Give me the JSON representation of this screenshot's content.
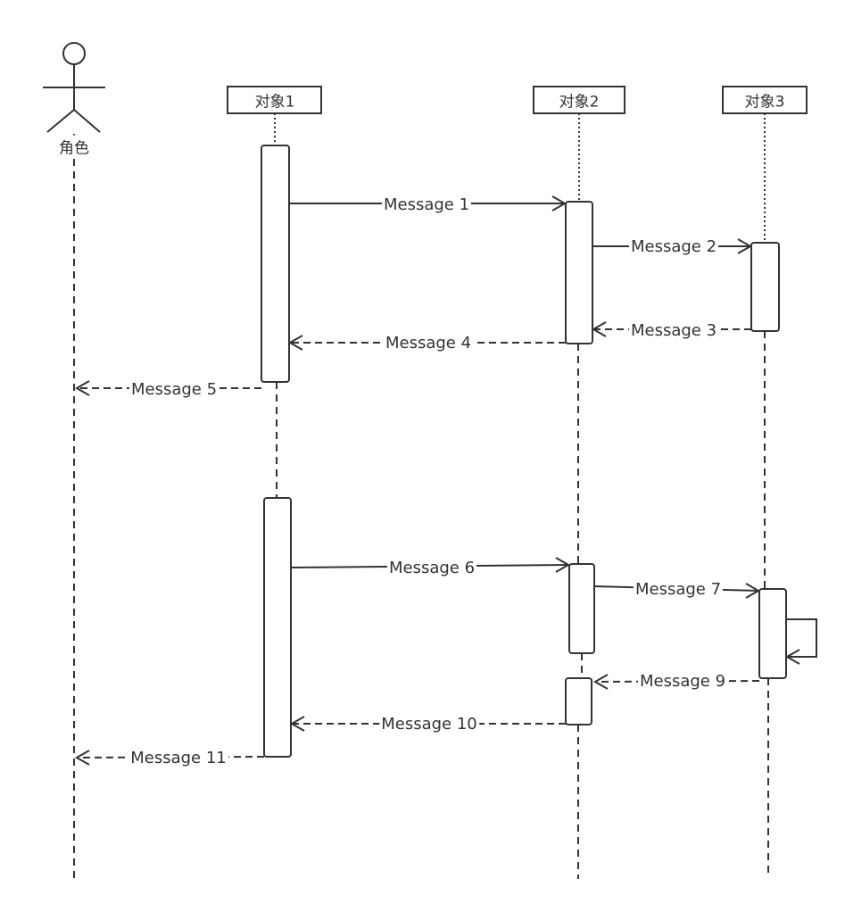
{
  "actor": {
    "label": "角色"
  },
  "objects": [
    {
      "label": "对象1"
    },
    {
      "label": "对象2"
    },
    {
      "label": "对象3"
    }
  ],
  "messages": [
    {
      "label": "Message 1",
      "type": "sync"
    },
    {
      "label": "Message 2",
      "type": "sync"
    },
    {
      "label": "Message 3",
      "type": "return"
    },
    {
      "label": "Message 4",
      "type": "return"
    },
    {
      "label": "Message 5",
      "type": "return"
    },
    {
      "label": "Message 6",
      "type": "sync"
    },
    {
      "label": "Message 7",
      "type": "sync"
    },
    {
      "label": "Message 9",
      "type": "return"
    },
    {
      "label": "Message 10",
      "type": "return"
    },
    {
      "label": "Message 11",
      "type": "return"
    }
  ],
  "colors": {
    "stroke": "#333333",
    "background": "#ffffff"
  }
}
